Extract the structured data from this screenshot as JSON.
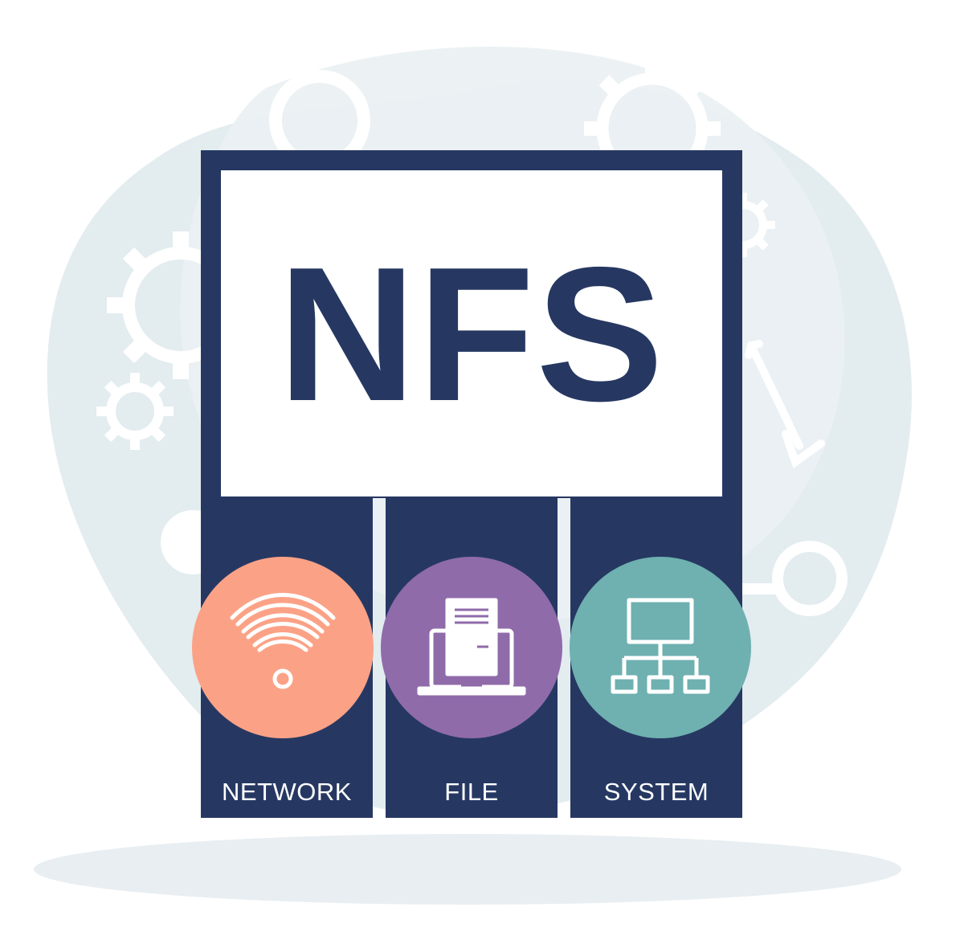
{
  "title": "NFS",
  "columns": [
    {
      "label": "NETWORK",
      "icon": "wifi-icon",
      "color": "#FBA286"
    },
    {
      "label": "FILE",
      "icon": "laptop-document-icon",
      "color": "#8F6BAA"
    },
    {
      "label": "SYSTEM",
      "icon": "hierarchy-network-icon",
      "color": "#6FB0B0"
    }
  ],
  "colors": {
    "navy": "#263862",
    "backdrop": "#E6EEF1",
    "backdrop_light": "#EEF3F5",
    "gear": "#FFFFFF"
  }
}
